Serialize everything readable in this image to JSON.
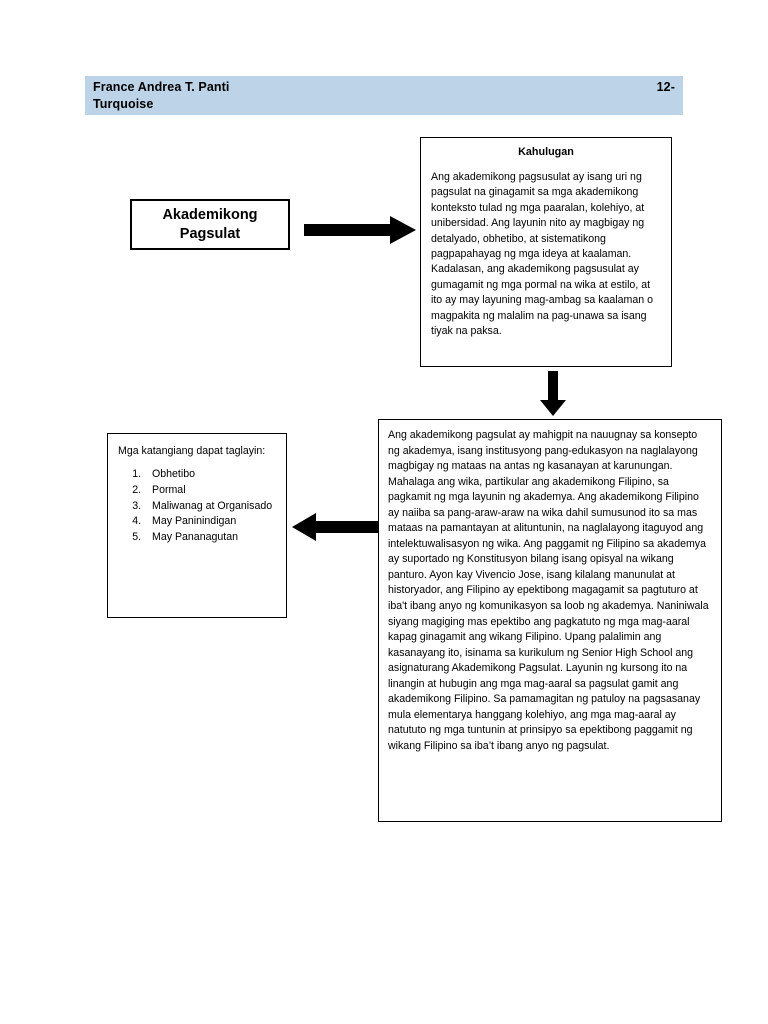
{
  "header": {
    "name": "France Andrea T. Panti",
    "section_top": "12-",
    "section_bottom": "Turquoise",
    "band_color": "#bdd3e7"
  },
  "title_box": {
    "label": "Akademikong Pagsulat"
  },
  "kahulugan_box": {
    "title": "Kahulugan",
    "body": "Ang akademikong pagsusulat ay isang uri ng pagsulat na ginagamit sa mga akademikong konteksto tulad ng mga paaralan, kolehiyo, at unibersidad. Ang layunin nito ay magbigay ng detalyado, obhetibo, at sistematikong pagpapahayag ng mga ideya at kaalaman. Kadalasan, ang akademikong pagsusulat ay gumagamit ng mga pormal na wika at estilo, at ito ay may layuning mag-ambag sa kaalaman o magpakita ng malalim na pag-unawa sa isang tiyak na paksa."
  },
  "katangian_box": {
    "heading": "Mga katangiang dapat taglayin:",
    "items": [
      "Obhetibo",
      "Pormal",
      "Maliwanag at Organisado",
      "May Paninindigan",
      "May Pananagutan"
    ]
  },
  "paragraph_box": {
    "body": "Ang akademikong pagsulat ay mahigpit na nauugnay sa konsepto ng akademya, isang institusyong pang-edukasyon na naglalayong magbigay ng mataas na antas ng kasanayan at karunungan. Mahalaga ang wika, partikular ang akademikong Filipino, sa pagkamit ng mga layunin ng akademya. Ang akademikong Filipino ay naiiba sa pang-araw-araw na wika dahil sumusunod ito sa mas mataas na pamantayan at alituntunin, na naglalayong itaguyod ang intelektuwalisasyon ng wika. Ang paggamit ng Filipino sa akademya ay suportado ng Konstitusyon bilang isang opisyal na wikang panturo. Ayon kay Vivencio Jose, isang kilalang manunulat at historyador, ang Filipino ay epektibong magagamit sa pagtuturo at iba't ibang anyo ng komunikasyon sa loob ng akademya. Naniniwala siyang magiging mas epektibo ang pagkatuto ng mga mag-aaral kapag ginagamit ang wikang Filipino. Upang palalimin ang kasanayang ito, isinama sa kurikulum ng Senior High School ang asignaturang Akademikong Pagsulat. Layunin ng kursong ito na linangin at hubugin ang mga mag-aaral sa pagsulat gamit ang akademikong Filipino. Sa pamamagitan ng patuloy na pagsasanay mula elementarya hanggang kolehiyo, ang mga mag-aaral ay natututo ng mga tuntunin at prinsipyo sa epektibong paggamit ng wikang Filipino sa iba’t ibang anyo ng pagsulat."
  },
  "arrows": {
    "right_arrow": "arrow-right-icon",
    "down_arrow": "arrow-down-icon",
    "left_arrow": "arrow-left-icon"
  }
}
